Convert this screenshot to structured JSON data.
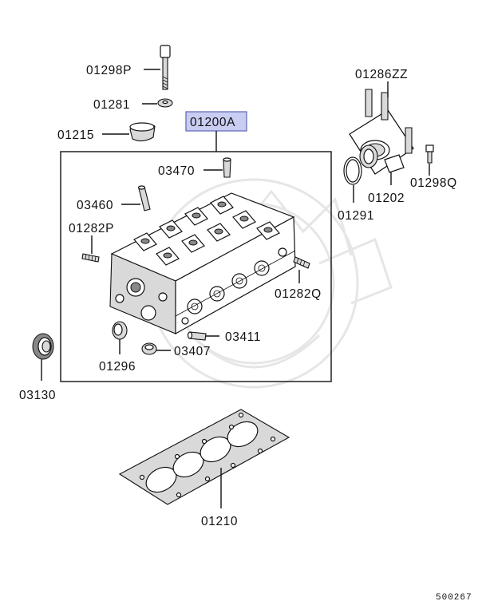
{
  "labels": {
    "p01298P": "01298P",
    "p01281": "01281",
    "p01215": "01215",
    "p01200A": "01200A",
    "p03470": "03470",
    "p03460": "03460",
    "p01282P": "01282P",
    "p01286ZZ": "01286ZZ",
    "p01298Q": "01298Q",
    "p01202": "01202",
    "p01291": "01291",
    "p01282Q": "01282Q",
    "p03411": "03411",
    "p03407": "03407",
    "p01296": "01296",
    "p03130": "03130",
    "p01210": "01210"
  },
  "diagram_ref": "500267",
  "colors": {
    "highlight_fill": "#c9cdf2",
    "highlight_border": "#5b63b5",
    "line": "#111111",
    "watermark": "#e6e6e6"
  }
}
